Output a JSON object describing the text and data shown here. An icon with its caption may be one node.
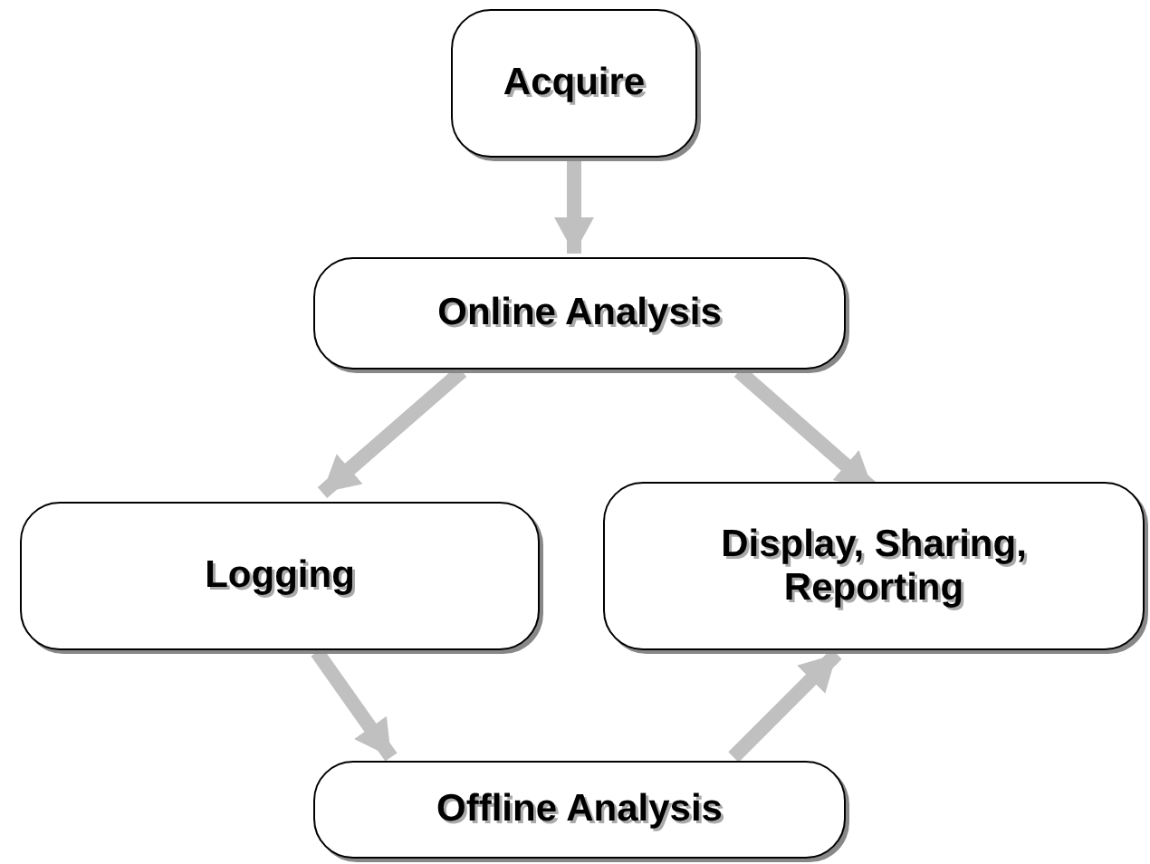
{
  "diagram": {
    "nodes": [
      {
        "text": [
          "Acquire"
        ]
      },
      {
        "text": [
          "Online Analysis"
        ]
      },
      {
        "text": [
          "Logging"
        ]
      },
      {
        "text": [
          "Display, Sharing, Reporting"
        ]
      },
      {
        "text": [
          "Offline Analysis"
        ]
      }
    ],
    "edges": [
      {
        "from": 0,
        "to": 1,
        "arrow": "to"
      },
      {
        "from": 1,
        "to": 2,
        "arrow": "to"
      },
      {
        "from": 1,
        "to": 3,
        "arrow": "to"
      },
      {
        "from": 2,
        "to": 4,
        "arrow": "to"
      },
      {
        "from": 4,
        "to": 3,
        "arrow": "to"
      }
    ]
  }
}
